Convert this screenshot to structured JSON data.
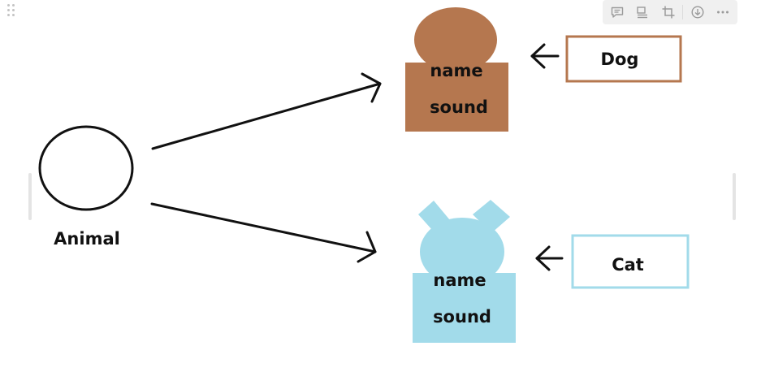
{
  "diagram": {
    "animal_label": "Animal",
    "dog": {
      "field_name": "name",
      "field_sound": "sound",
      "instance_label": "Dog"
    },
    "cat": {
      "field_name": "name",
      "field_sound": "sound",
      "instance_label": "Cat"
    }
  },
  "colors": {
    "dog": "#B5774F",
    "cat": "#A2DBEA",
    "stroke": "#111111"
  },
  "toolbar": {
    "icons": [
      "comment-icon",
      "align-icon",
      "crop-icon",
      "download-icon",
      "more-icon"
    ]
  }
}
